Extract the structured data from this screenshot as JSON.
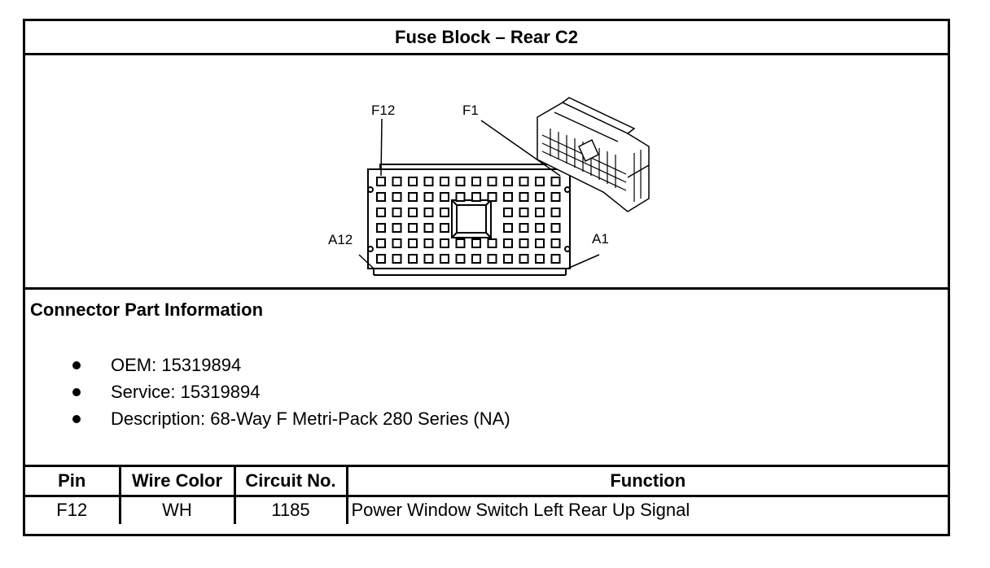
{
  "title": "Fuse Block – Rear C2",
  "diagram": {
    "labels": {
      "f12": "F12",
      "f1": "F1",
      "a12": "A12",
      "a1": "A1"
    }
  },
  "connector_info": {
    "heading": "Connector Part Information",
    "items": [
      "OEM: 15319894",
      "Service: 15319894",
      "Description: 68-Way F Metri-Pack 280 Series (NA)"
    ]
  },
  "table": {
    "headers": {
      "pin": "Pin",
      "wire_color": "Wire Color",
      "circuit_no": "Circuit No.",
      "function": "Function"
    },
    "rows": [
      {
        "pin": "F12",
        "wire_color": "WH",
        "circuit_no": "1185",
        "function": "Power Window Switch Left Rear Up Signal"
      }
    ]
  }
}
